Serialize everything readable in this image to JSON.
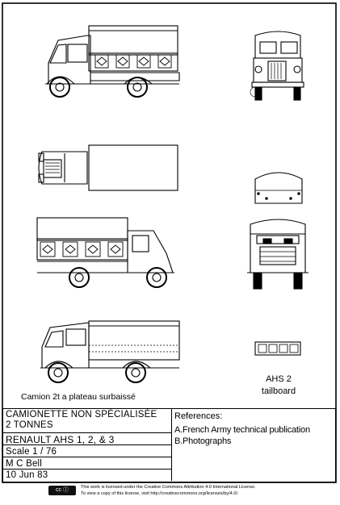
{
  "captions": {
    "lowbed": "Camion 2t a plateau surbaissé",
    "tailboard_line1": "AHS 2",
    "tailboard_line2": "tailboard"
  },
  "title_block": {
    "name_line1": "CAMIONETTE NON SPÉCIALISÉE",
    "name_line2": "2 TONNES",
    "model": "RENAULT  AHS 1, 2, & 3",
    "scale": "Scale  1 / 76",
    "author": "M C Bell",
    "date": "10 Jun 83",
    "references_heading": "References:",
    "references": [
      "A.French Army technical publication",
      "B.Photographs"
    ]
  },
  "license": {
    "badge": "cc  ⓘ",
    "line1": "This work is licensed under the Creative Commons Attribution 4.0 International License.",
    "line2": "To view a copy of this license, visit http://creativecommons.org/licenses/by/4.0/."
  }
}
